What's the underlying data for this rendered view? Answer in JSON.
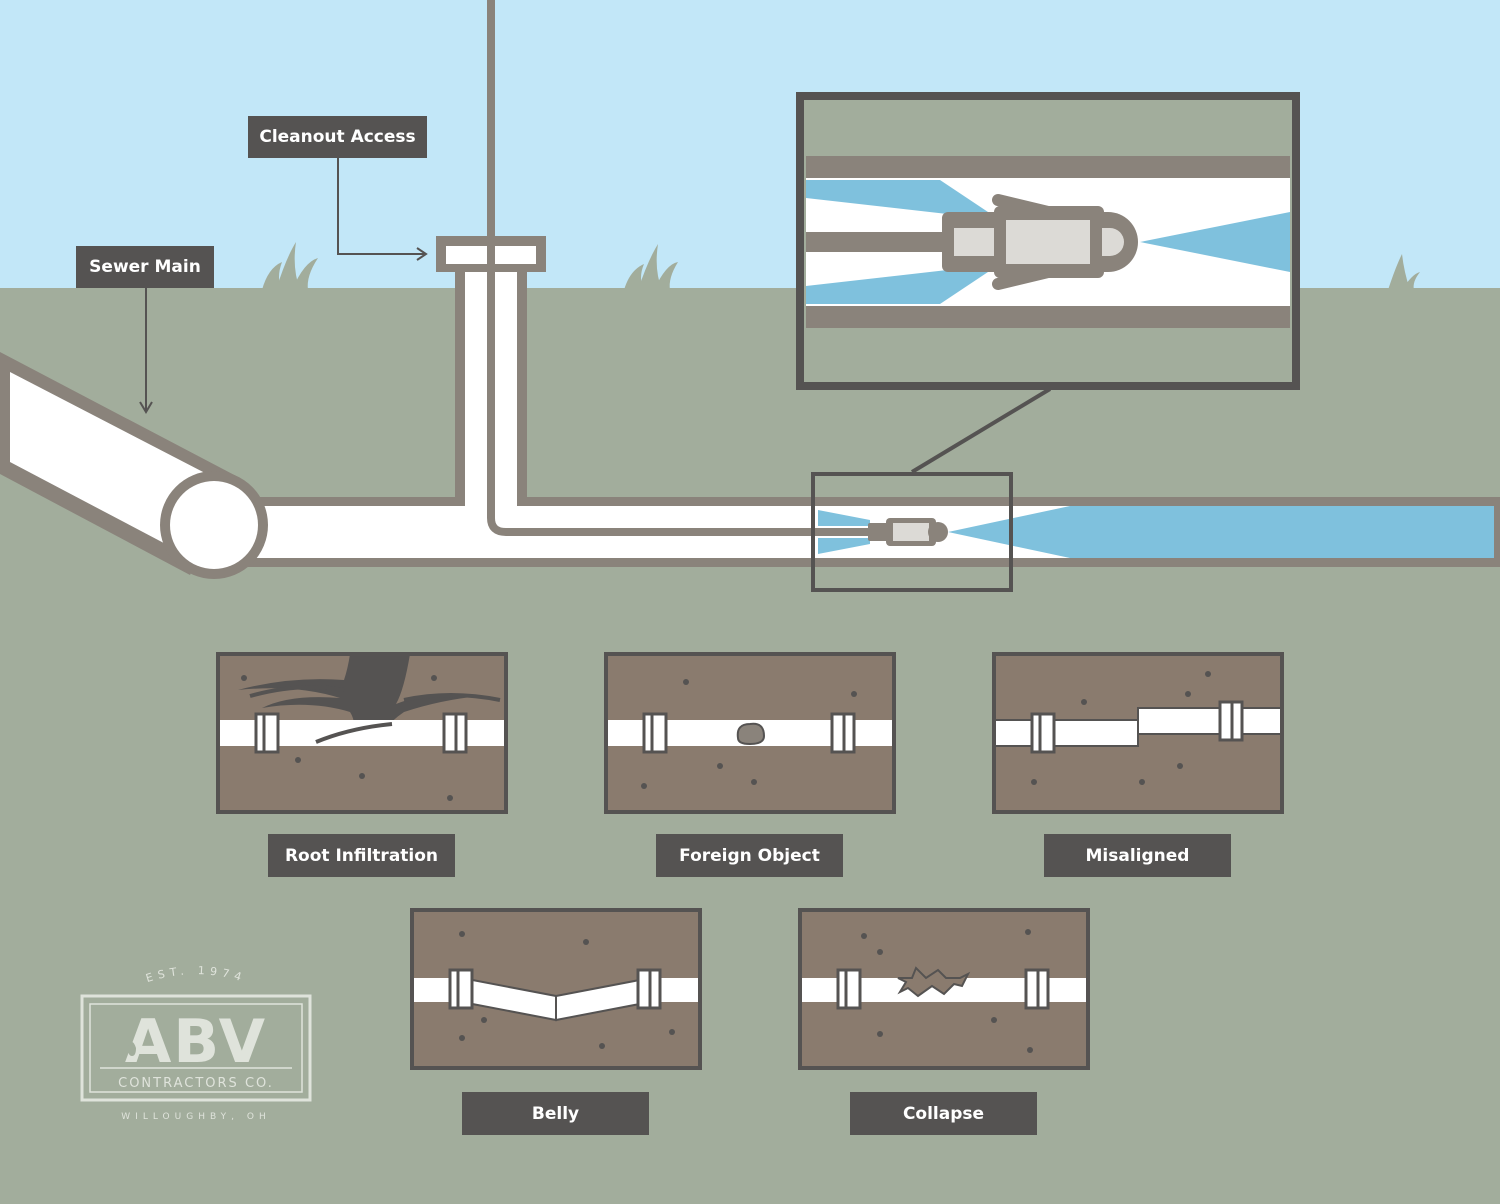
{
  "labels": {
    "cleanout_access": "Cleanout Access",
    "sewer_main": "Sewer Main"
  },
  "problems": [
    {
      "id": "root",
      "label": "Root Infiltration"
    },
    {
      "id": "foreign",
      "label": "Foreign Object"
    },
    {
      "id": "misaligned",
      "label": "Misaligned"
    },
    {
      "id": "belly",
      "label": "Belly"
    },
    {
      "id": "collapse",
      "label": "Collapse"
    }
  ],
  "logo": {
    "established": "EST. 1974",
    "name": "ABV",
    "subtitle": "CONTRACTORS CO.",
    "location": "WILLOUGHBY, OH"
  },
  "colors": {
    "sky": "#c2e7f8",
    "ground": "#a2ad9c",
    "pipe_outline": "#8a837b",
    "soil": "#8a7b6e",
    "frame": "#555352",
    "water_jet": "#7fc1dd",
    "grass": "#a2ad9c"
  }
}
